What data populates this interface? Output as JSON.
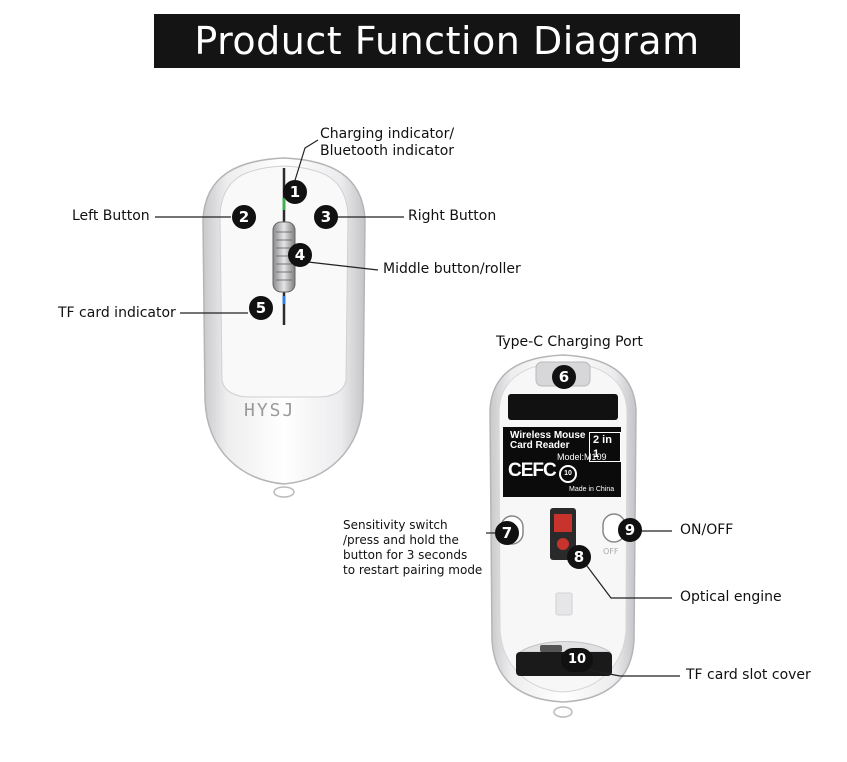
{
  "title": "Product Function Diagram",
  "brand_logo": "HYSJ",
  "colors": {
    "title_bg": "#141414",
    "badge": "#111111",
    "mouse_shell": "#d9d9dc",
    "mouse_top": "#f6f6f6"
  },
  "callouts": [
    {
      "num": "1",
      "label": "Charging indicator/\nBluetooth indicator"
    },
    {
      "num": "2",
      "label": "Left Button"
    },
    {
      "num": "3",
      "label": "Right Button"
    },
    {
      "num": "4",
      "label": "Middle button/roller"
    },
    {
      "num": "5",
      "label": "TF card indicator"
    },
    {
      "num": "6",
      "label": "Type-C Charging Port"
    },
    {
      "num": "7",
      "label": "Sensitivity switch\n/press and hold the\nbutton for 3 seconds\nto restart pairing mode"
    },
    {
      "num": "8",
      "label": "Optical engine"
    },
    {
      "num": "9",
      "label": "ON/OFF"
    },
    {
      "num": "10",
      "label": "TF card slot cover"
    }
  ],
  "sticker": {
    "line1": "Wireless Mouse",
    "line2": "Card Reader",
    "badge": "2 in 1",
    "model": "Model:M109",
    "marks": "CEFC",
    "rohs": "10",
    "origin": "Made in China"
  },
  "switch_label": "OFF"
}
